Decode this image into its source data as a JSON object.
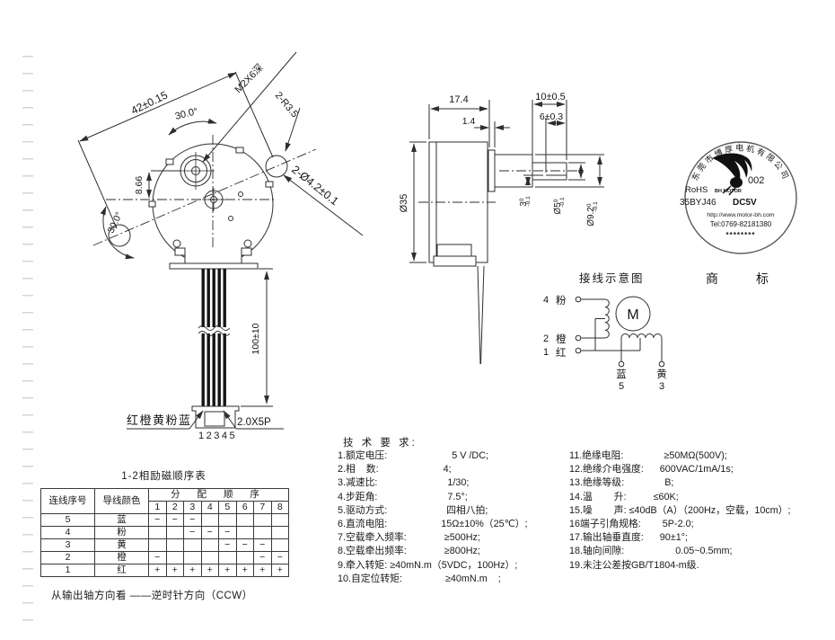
{
  "front_view": {
    "dim_42": "42±0.15",
    "angle_top": "30.0°",
    "thread_note": "M2X6深",
    "radius_note": "2-R3.5",
    "hole_note": "2-Ø4.2±0.1",
    "dim_866": "8.66",
    "angle_left": "30.0°"
  },
  "cable": {
    "colors_label": "红橙黄粉蓝",
    "pin_numbers": "12345",
    "connector_spec": "2.0X5P",
    "length_dim": "100±10"
  },
  "side_view": {
    "dim_174": "17.4",
    "dim_14": "1.4",
    "dim_10": "10±0.5",
    "dim_6": "6±0.3",
    "dia_body": "Ø35",
    "t3": {
      "main": "3",
      "tol_top": "0",
      "tol_bot": "-0.1"
    },
    "t5": {
      "main": "Ø5",
      "tol_top": "0",
      "tol_bot": "-0.1"
    },
    "t92": {
      "main": "Ø9.2",
      "tol_top": "0",
      "tol_bot": "-0.1"
    }
  },
  "stamp": {
    "company_ring": "东莞市博厚电机有限公司",
    "reg_mark": "®",
    "code": "002",
    "brand": "BH MOTOR",
    "rohs": "RoHS",
    "model": "35BYJ46",
    "voltage": "DC5V",
    "website": "http://www.motor-bh.com",
    "phone": "Tel:0769-82181380",
    "stars": "********"
  },
  "wiring": {
    "title": "接线示意图",
    "trademark": "商标",
    "motor_symbol": "M",
    "pin4_no": "4",
    "pin4_color": "粉",
    "pin2_no": "2",
    "pin2_color": "橙",
    "pin1_no": "1",
    "pin1_color": "红",
    "pin5_color": "蓝",
    "pin5_no": "5",
    "pin3_color": "黄",
    "pin3_no": "3"
  },
  "seq_table": {
    "title": "1-2相励磁顺序表",
    "col_wire_no": "连线序号",
    "col_wire_color": "导线颜色",
    "col_order": "分 配 顺 序",
    "nums": [
      "1",
      "2",
      "3",
      "4",
      "5",
      "6",
      "7",
      "8"
    ],
    "rows": [
      {
        "no": "5",
        "color": "蓝",
        "cells": [
          "−",
          "−",
          "−",
          "",
          "",
          "",
          "",
          ""
        ]
      },
      {
        "no": "4",
        "color": "粉",
        "cells": [
          "",
          "",
          "−",
          "−",
          "−",
          "",
          "",
          ""
        ]
      },
      {
        "no": "3",
        "color": "黄",
        "cells": [
          "",
          "",
          "",
          "",
          "−",
          "−",
          "−",
          ""
        ]
      },
      {
        "no": "2",
        "color": "橙",
        "cells": [
          "−",
          "",
          "",
          "",
          "",
          "",
          "−",
          "−"
        ]
      },
      {
        "no": "1",
        "color": "红",
        "cells": [
          "+",
          "+",
          "+",
          "+",
          "+",
          "+",
          "+",
          "+"
        ]
      }
    ],
    "footer": "从输出轴方向看 ——逆时针方向（CCW）"
  },
  "tech": {
    "title": "技 术 要 求:",
    "left": [
      {
        "label": "1.额定电压:                        ",
        "value": "5 V /DC;"
      },
      {
        "label": "2.相    数:                        ",
        "value": "4;"
      },
      {
        "label": "3.减速比:                          ",
        "value": "1/30;"
      },
      {
        "label": "4.步距角:                          ",
        "value": "7.5°;"
      },
      {
        "label": "5.驱动方式:                      ",
        "value": "四相八拍;"
      },
      {
        "label": "6.直流电阻:                    ",
        "value": "15Ω±10%（25℃）;"
      },
      {
        "label": "7.空载牵入频率:              ",
        "value": "≥500Hz;"
      },
      {
        "label": "8.空载牵出频率:              ",
        "value": "≥800Hz;"
      },
      {
        "label": "9.牵入转矩: ",
        "value": "≥40mN.m（5VDC，100Hz）;"
      },
      {
        "label": "10.自定位转矩:                ",
        "value": "≥40mN.m    ;"
      }
    ],
    "right": [
      {
        "label": "11.绝缘电阻:               ",
        "value": "≥50MΩ(500V);"
      },
      {
        "label": "12.绝缘介电强度:      ",
        "value": "600VAC/1mA/1s;"
      },
      {
        "label": "13.绝缘等级:               ",
        "value": "B;"
      },
      {
        "label": "14.温        升:          ",
        "value": "≤60K;"
      },
      {
        "label": "15.噪        声: ",
        "value": "≤40dB（A）（200Hz，空载，10cm）;"
      },
      {
        "label": "16端子引角规格:        ",
        "value": "5P-2.0;"
      },
      {
        "label": "17.输出轴垂直度:      ",
        "value": "90±1°;"
      },
      {
        "label": "18.轴向间隙:                   ",
        "value": "0.05~0.5mm;"
      },
      {
        "label": "19.未注公差按GB/T1804-m级.",
        "value": ""
      }
    ]
  }
}
